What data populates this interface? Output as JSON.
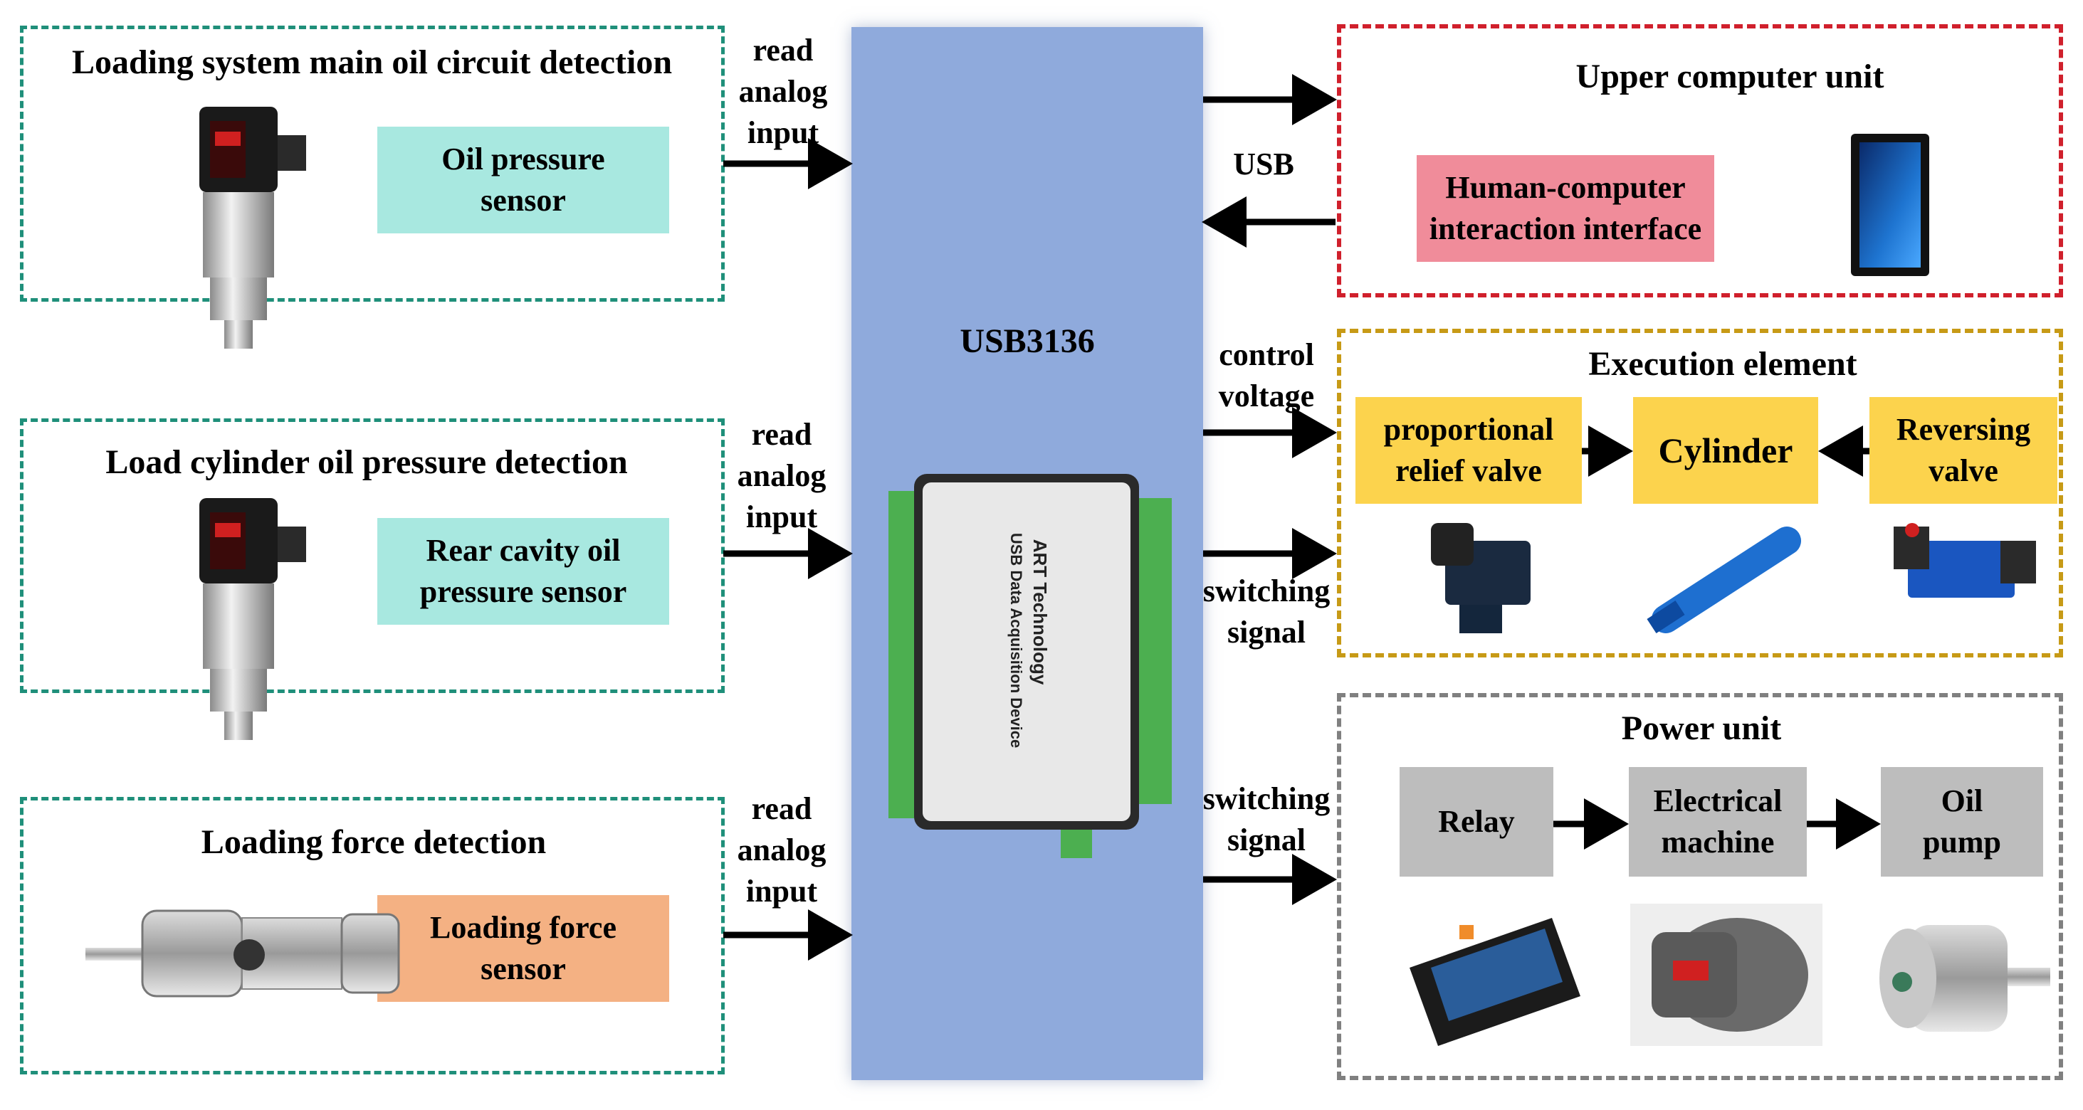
{
  "left": {
    "main_oil": {
      "title": "Loading system main oil circuit detection",
      "sensor": "Oil pressure sensor",
      "arrow_label": "read analog input"
    },
    "load_cyl": {
      "title": "Load cylinder oil pressure detection",
      "sensor": "Rear cavity oil pressure  sensor",
      "arrow_label": "read analog input"
    },
    "force": {
      "title": "Loading force detection",
      "sensor": "Loading force sensor",
      "arrow_label": "read analog input"
    }
  },
  "center": {
    "title": "USB3136",
    "device_brand": "ART Technology",
    "device_desc": "USB Data Acquisition Device"
  },
  "right": {
    "upper": {
      "title": "Upper computer unit",
      "hci": "Human-computer interaction interface",
      "link_label": "USB"
    },
    "execution": {
      "title": "Execution element",
      "valve1": "proportional relief valve",
      "cylinder": "Cylinder",
      "valve2": "Reversing valve",
      "label_control": "control voltage",
      "label_switch": "switching signal"
    },
    "power": {
      "title": "Power unit",
      "relay": "Relay",
      "machine": "Electrical machine",
      "pump": "Oil pump",
      "label_switch": "switching signal"
    }
  },
  "colors": {
    "teal": "#1f8f7a",
    "red": "#d0202c",
    "gold": "#c79a16",
    "gray": "#808080",
    "central": "#8faadc"
  },
  "icons": [
    "pressure-transmitter-icon",
    "load-cell-icon",
    "daq-device-icon",
    "touchscreen-monitor-icon",
    "solenoid-valve-icon",
    "hydraulic-cylinder-icon",
    "directional-valve-icon",
    "relay-board-icon",
    "electric-motor-icon",
    "gear-pump-icon"
  ]
}
